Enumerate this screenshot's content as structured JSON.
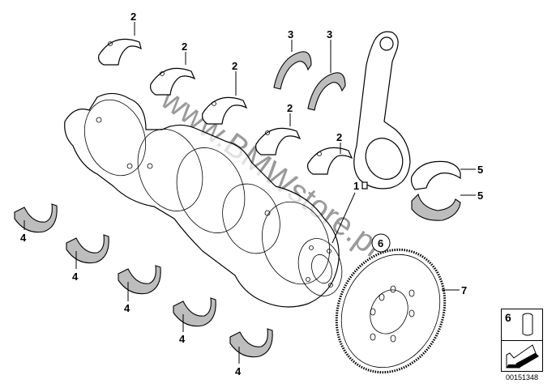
{
  "diagram": {
    "title": "Crankshaft with bearing shells",
    "watermark": "www.BMWstore.pl",
    "diagram_id": "00151348",
    "callouts": [
      {
        "number": "1",
        "part": "crankshaft"
      },
      {
        "number": "2",
        "part": "main-bearing-shell"
      },
      {
        "number": "2",
        "part": "main-bearing-shell"
      },
      {
        "number": "2",
        "part": "main-bearing-shell"
      },
      {
        "number": "2",
        "part": "main-bearing-shell"
      },
      {
        "number": "2",
        "part": "main-bearing-shell"
      },
      {
        "number": "3",
        "part": "thrust-washer"
      },
      {
        "number": "3",
        "part": "thrust-washer"
      },
      {
        "number": "4",
        "part": "lower-bearing-shell"
      },
      {
        "number": "4",
        "part": "lower-bearing-shell"
      },
      {
        "number": "4",
        "part": "lower-bearing-shell"
      },
      {
        "number": "4",
        "part": "lower-bearing-shell"
      },
      {
        "number": "4",
        "part": "lower-bearing-shell"
      },
      {
        "number": "5",
        "part": "connecting-rod-bearing"
      },
      {
        "number": "5",
        "part": "connecting-rod-bearing"
      },
      {
        "number": "6",
        "part": "dowel-pin"
      },
      {
        "number": "7",
        "part": "increment-wheel"
      }
    ],
    "legend": {
      "number": "6",
      "icon": "dowel-pin-icon",
      "arrow_icon": "arrow-left-down-icon"
    }
  }
}
